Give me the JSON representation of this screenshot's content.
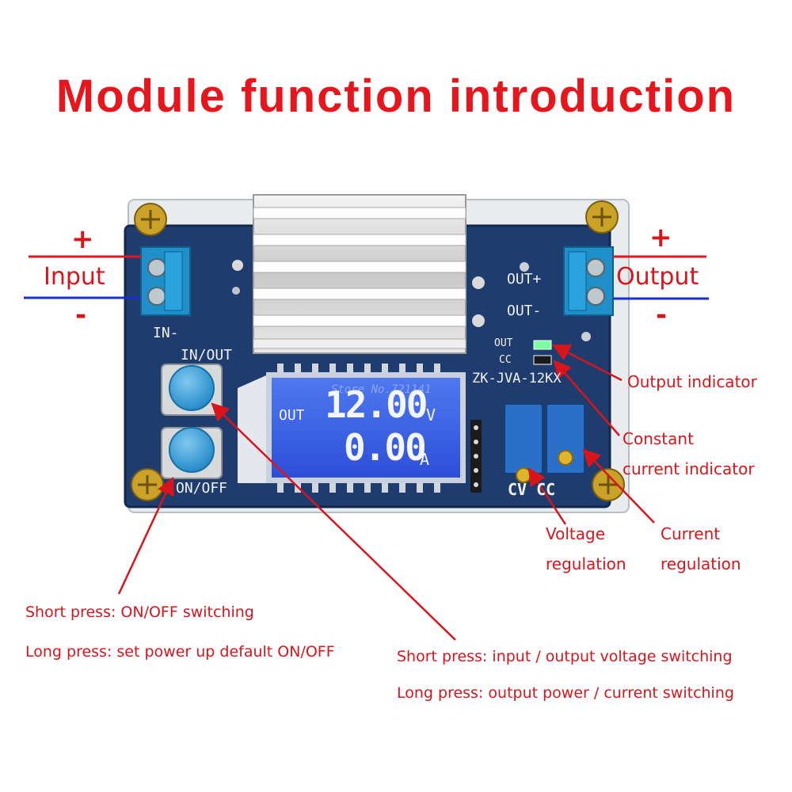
{
  "title": "Module function introduction",
  "input": {
    "plus": "+",
    "label": "Input",
    "minus": "-"
  },
  "output": {
    "plus": "+",
    "label": "Output",
    "minus": "-"
  },
  "board": {
    "in_minus": "IN-",
    "in_out": "IN/OUT",
    "on_off": "ON/OFF",
    "out_plus": "OUT+",
    "out_minus": "OUT-",
    "out_led": "OUT",
    "cc_led": "CC",
    "model": "ZK-JVA-12KX",
    "cv_cc": "CV CC",
    "watermark": "Store No.721141"
  },
  "lcd": {
    "mode": "OUT",
    "voltage": "12.00",
    "voltage_unit": "V",
    "current": "0.00",
    "current_unit": "A"
  },
  "annotations": {
    "output_indicator": "Output indicator",
    "constant_current_1": "Constant",
    "constant_current_2": "current indicator",
    "voltage_reg_1": "Voltage",
    "voltage_reg_2": "regulation",
    "current_reg_1": "Current",
    "current_reg_2": "regulation",
    "onoff_short": "Short press: ON/OFF switching",
    "onoff_long": "Long press: set power up default ON/OFF",
    "inout_short": "Short press: input / output voltage switching",
    "inout_long": "Long press: output power / current switching"
  },
  "colors": {
    "accent_red": "#e8161c",
    "pcb_blue": "#1f3c6e",
    "wire_blue": "#1a2fd0",
    "terminal": "#1e8fc8",
    "lcd": "#3a5ee8"
  }
}
